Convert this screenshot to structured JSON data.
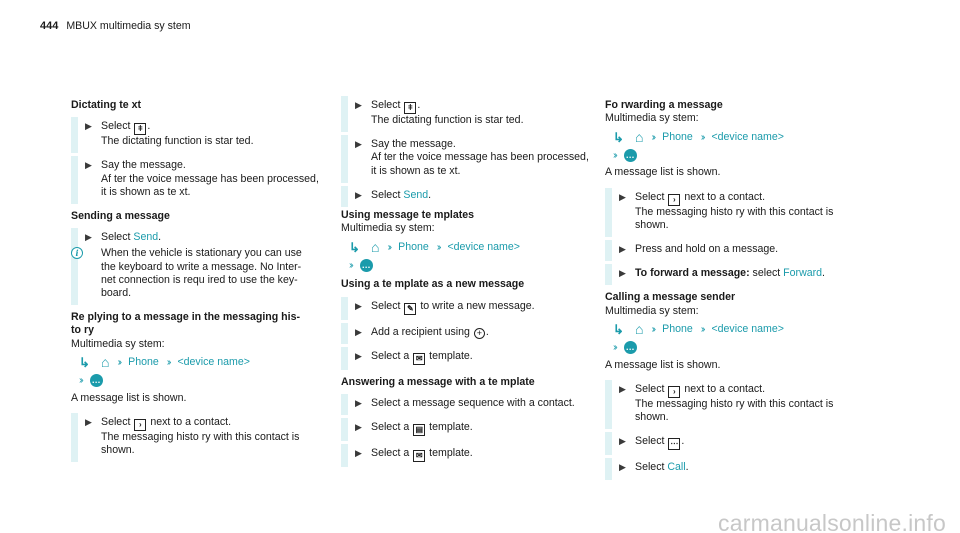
{
  "header": {
    "page_number": "444",
    "title": "MBUX multimedia sy stem"
  },
  "icons": {
    "step": "triangle-bullet-icon",
    "info": "info-icon",
    "path_start": "path-start-arrow-icon",
    "home": "home-icon",
    "chevron": "double-chevron-icon",
    "message": "message-bubble-icon",
    "microphone": "microphone-icon",
    "next": "next-arrow-box-icon",
    "pencil": "pencil-icon",
    "plus": "plus-circle-icon",
    "envelope": "envelope-template-icon",
    "phone_template": "sms-template-icon",
    "more": "more-dots-icon"
  },
  "colors": {
    "accent": "#1b9bab",
    "step_bar": "#dff2f4",
    "text": "#1a1a1a",
    "watermark": "#c7c7c7"
  },
  "nav_path": {
    "phone": "Phone",
    "device": "<device name>"
  },
  "col1": {
    "dictating_heading": "Dictating te xt",
    "step1_prefix": "Select ",
    "step1_suffix": ".",
    "step1_result": "The dictating function is star ted.",
    "step2": "Say the message.",
    "step2_result1": "Af ter the voice message has been processed,",
    "step2_result2": "it is shown as te xt.",
    "sending_heading": "Sending a message",
    "send_prefix": "Select ",
    "send_link": "Send",
    "send_suffix": ".",
    "note1": "When the vehicle is stationary you can use",
    "note2": "the keyboard to write a message. No Inter‐",
    "note3": "net connection is requ ired to use the key‐",
    "note4": "board.",
    "reply_heading1": "Re plying to a message in the messaging his‐",
    "reply_heading2": "to ry",
    "multimedia": "Multimedia sy stem:",
    "list_shown": "A message list is shown.",
    "next_prefix": "Select ",
    "next_suffix": " next to a contact.",
    "history1": "The messaging histo ry with this contact is",
    "history2": "shown."
  },
  "col2": {
    "step1_prefix": "Select ",
    "step1_suffix": ".",
    "step1_result": "The dictating function is star ted.",
    "step2": "Say the message.",
    "step2_result1": "Af ter the voice message has been processed,",
    "step2_result2": "it is shown as te xt.",
    "send_prefix": "Select ",
    "send_link": "Send",
    "send_suffix": ".",
    "templates_heading": "Using message te mplates",
    "multimedia": "Multimedia sy stem:",
    "new_heading": "Using a te mplate as a new message",
    "pencil_prefix": "Select ",
    "pencil_suffix": " to write a new message.",
    "recipient_prefix": "Add a recipient using ",
    "recipient_suffix": ".",
    "template_prefix": "Select a ",
    "template_suffix": " template.",
    "answering_heading": "Answering a message with a te mplate",
    "sequence": "Select a message sequence with a contact.",
    "template2_prefix": "Select a ",
    "template2_suffix": " template.",
    "template3_prefix": "Select a ",
    "template3_suffix": " template."
  },
  "col3": {
    "forward_heading": "Fo rwarding a message",
    "multimedia": "Multimedia sy stem:",
    "list_shown": "A message list is shown.",
    "next_prefix": "Select ",
    "next_suffix": " next to a contact.",
    "history1": "The messaging histo ry with this contact is",
    "history2": "shown.",
    "press_hold": "Press and hold on a message.",
    "forward_bold": "To forward a message:",
    "forward_select": " select ",
    "forward_link": "Forward",
    "forward_suffix": ".",
    "calling_heading": "Calling a message sender",
    "multimedia2": "Multimedia sy stem:",
    "list_shown2": "A message list is shown.",
    "next2_prefix": "Select ",
    "next2_suffix": " next to a contact.",
    "history2_1": "The messaging histo ry with this contact is",
    "history2_2": "shown.",
    "more_prefix": "Select ",
    "more_suffix": ".",
    "call_prefix": "Select ",
    "call_link": "Call",
    "call_suffix": "."
  },
  "watermark": "carmanualsonline.info"
}
